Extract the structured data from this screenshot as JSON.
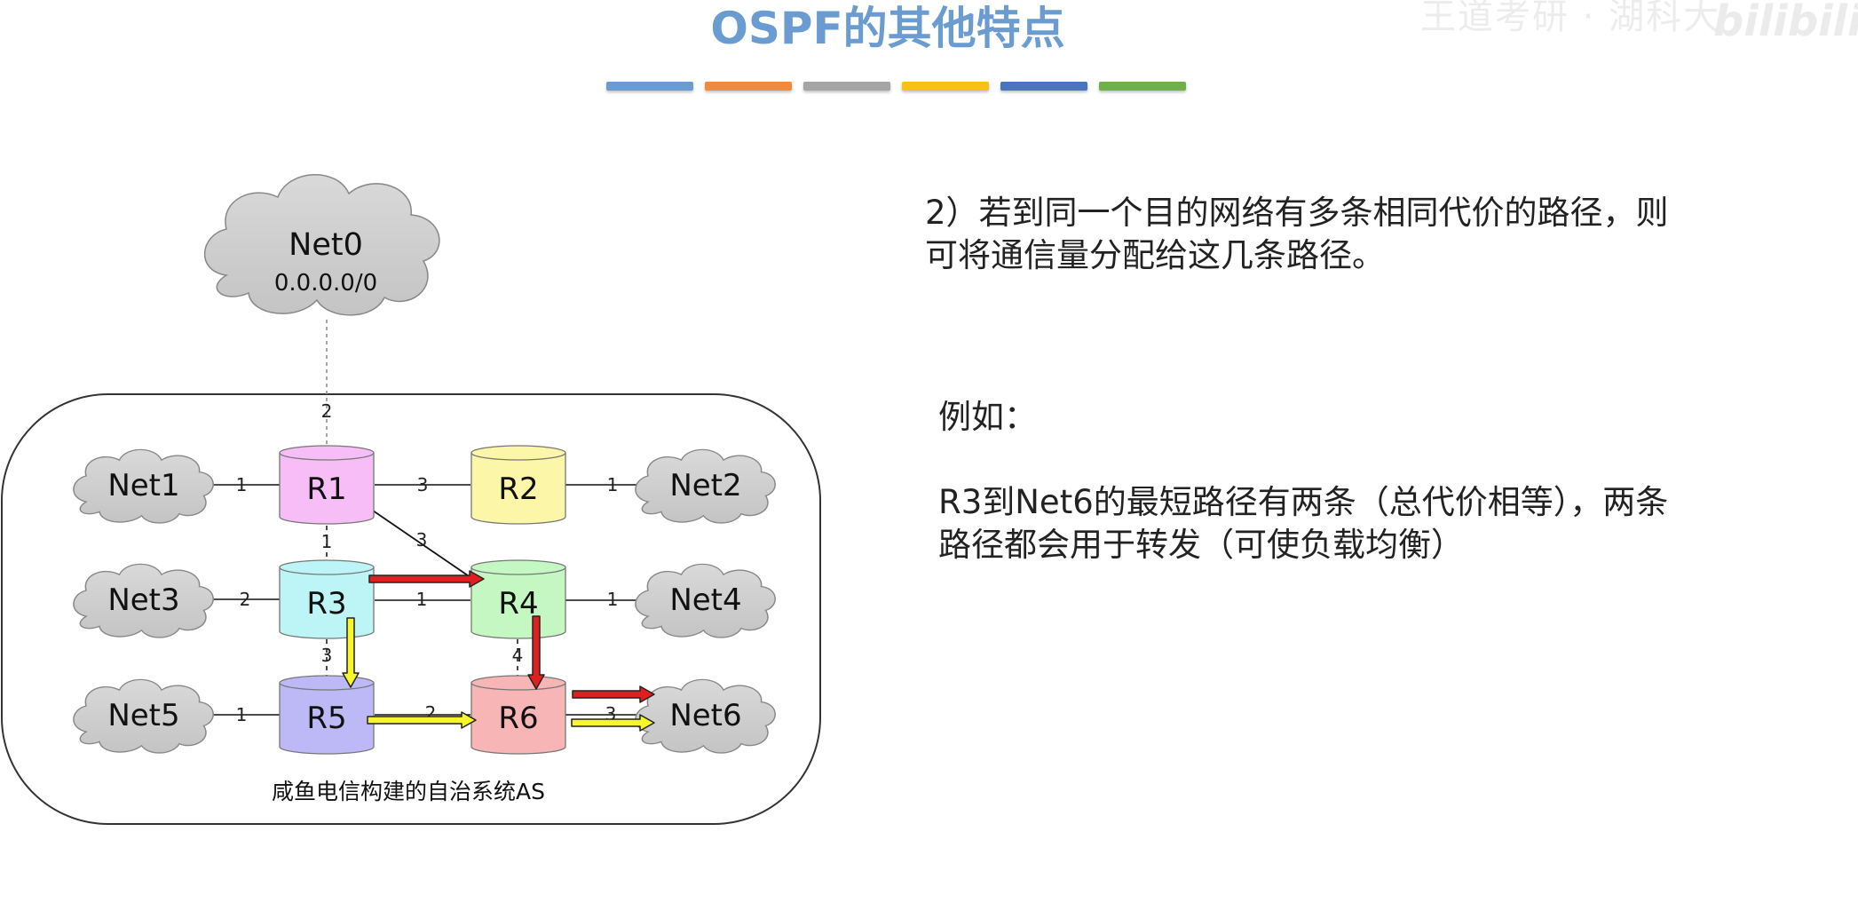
{
  "slide": {
    "title": "OSPF的其他特点",
    "title_color": "#6a9bd1",
    "color_bar": [
      "#6a9bd1",
      "#ef8a3e",
      "#a5a5a5",
      "#f6c21a",
      "#4a74c0",
      "#6fb04d"
    ],
    "watermark": "王道考研 · 湖科大",
    "logo": "bilibili"
  },
  "diagram": {
    "net0": {
      "name": "Net0",
      "address": "0.0.0.0/0"
    },
    "as_label": "咸鱼电信构建的自治系统AS",
    "routers": [
      {
        "id": "R1",
        "label": "R1",
        "color": "#f7bdf7"
      },
      {
        "id": "R2",
        "label": "R2",
        "color": "#fbf6a8"
      },
      {
        "id": "R3",
        "label": "R3",
        "color": "#bdf4f6"
      },
      {
        "id": "R4",
        "label": "R4",
        "color": "#c5f7c3"
      },
      {
        "id": "R5",
        "label": "R5",
        "color": "#bdb9f7"
      },
      {
        "id": "R6",
        "label": "R6",
        "color": "#f7b5b5"
      }
    ],
    "networks": [
      "Net1",
      "Net2",
      "Net3",
      "Net4",
      "Net5",
      "Net6"
    ],
    "costs": {
      "net0_r1": "2",
      "net1_r1": "1",
      "r1_r2": "3",
      "r2_net2": "1",
      "r1_r3": "1",
      "r1_r4": "3",
      "net3_r3": "2",
      "r3_r4": "1",
      "r4_net4": "1",
      "r3_r5": "3",
      "r4_r6": "4",
      "net5_r5": "1",
      "r5_r6": "2",
      "r6_net6": "3"
    },
    "arrow_colors": {
      "path_a": "#e02020",
      "path_b": "#f6f62a"
    }
  },
  "text": {
    "point": "2）若到同一个目的网络有多条相同代价的路径，则",
    "point_cont": "可将通信量分配给这几条路径。",
    "example_label": "例如：",
    "example_line1": "R3到Net6的最短路径有两条（总代价相等），两条",
    "example_line2": "路径都会用于转发（可使负载均衡）"
  }
}
